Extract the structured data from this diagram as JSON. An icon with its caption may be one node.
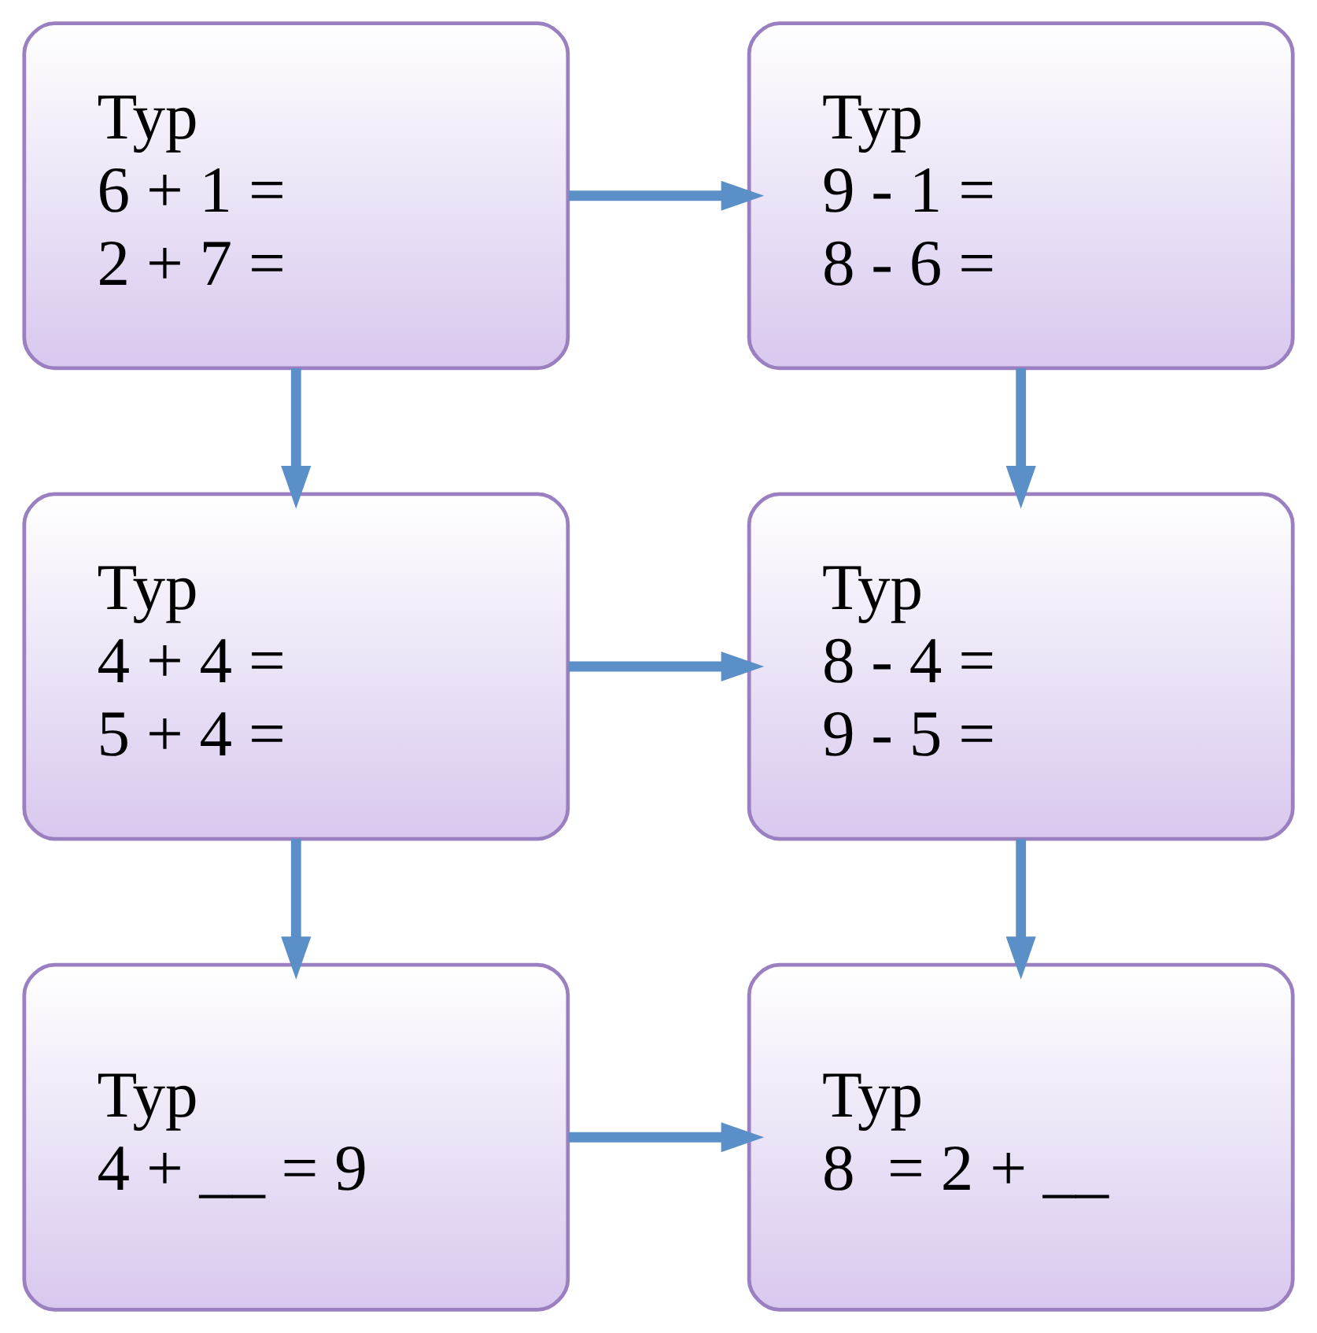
{
  "diagram": {
    "nodes": [
      {
        "text": [
          "Typ",
          "6 + 1 =",
          "2 + 7 ="
        ]
      },
      {
        "text": [
          "Typ",
          "9 - 1 =",
          "8 - 6 ="
        ]
      },
      {
        "text": [
          "Typ",
          "4 + 4 =",
          "5 + 4 ="
        ]
      },
      {
        "text": [
          "Typ",
          "8 - 4 =",
          "9 - 5 ="
        ]
      },
      {
        "text": [
          "Typ",
          "4 + __ = 9"
        ]
      },
      {
        "text": [
          "Typ",
          "8  = 2 + __"
        ]
      }
    ],
    "edges": [
      {
        "from": 0,
        "to": 1,
        "arrow": "to"
      },
      {
        "from": 0,
        "to": 2,
        "arrow": "to"
      },
      {
        "from": 1,
        "to": 3,
        "arrow": "to"
      },
      {
        "from": 2,
        "to": 3,
        "arrow": "to"
      },
      {
        "from": 2,
        "to": 4,
        "arrow": "to"
      },
      {
        "from": 3,
        "to": 5,
        "arrow": "to"
      },
      {
        "from": 4,
        "to": 5,
        "arrow": "to"
      }
    ]
  }
}
